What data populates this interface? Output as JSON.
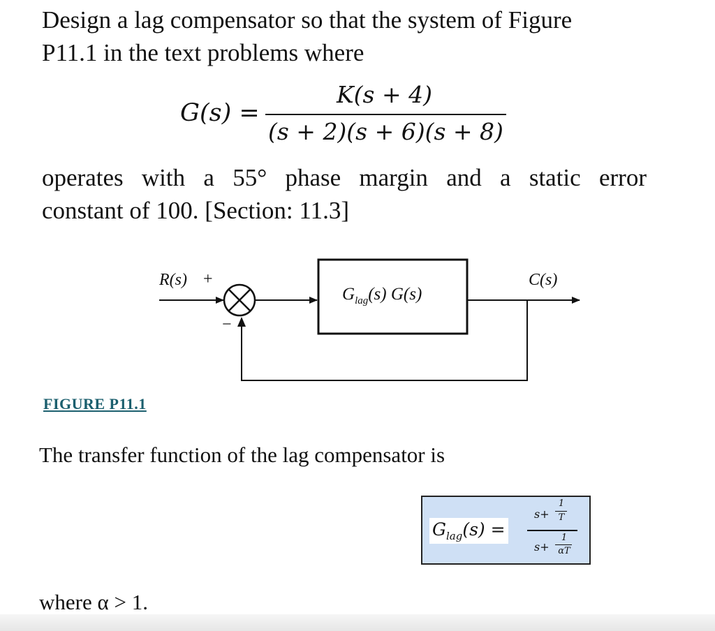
{
  "problem": {
    "line1": "Design a lag compensator so that the system of Figure",
    "line2": "P11.1 in the text problems where",
    "equation": {
      "lhs": "G(s) =",
      "numerator": "K(s + 4)",
      "denominator": "(s + 2)(s + 6)(s + 8)"
    },
    "line3_words": [
      "operates",
      "with",
      "a",
      "55°",
      "phase",
      "margin",
      "and",
      "a",
      "static",
      "error"
    ],
    "line4": "constant of 100. [Section: 11.3]"
  },
  "figure": {
    "input_label": "R(s)",
    "plus_sign": "+",
    "minus_sign": "−",
    "block_label_main": "G",
    "block_label_sub": "lag",
    "block_label_rest": "(s) G(s)",
    "output_label": "C(s)",
    "caption": "FIGURE P11.1"
  },
  "solution": {
    "intro": "The transfer function of the lag compensator is",
    "tf_lhs_main": "G",
    "tf_lhs_sub": "lag",
    "tf_lhs_rest": "(s) =",
    "tf_num_s": "s+",
    "tf_num_frac_num": "1",
    "tf_num_frac_den": "T",
    "tf_den_s": "s+",
    "tf_den_frac_num": "1",
    "tf_den_frac_den": "αT",
    "tf_box_color": "#cfe0f5",
    "where": "where α > 1."
  }
}
